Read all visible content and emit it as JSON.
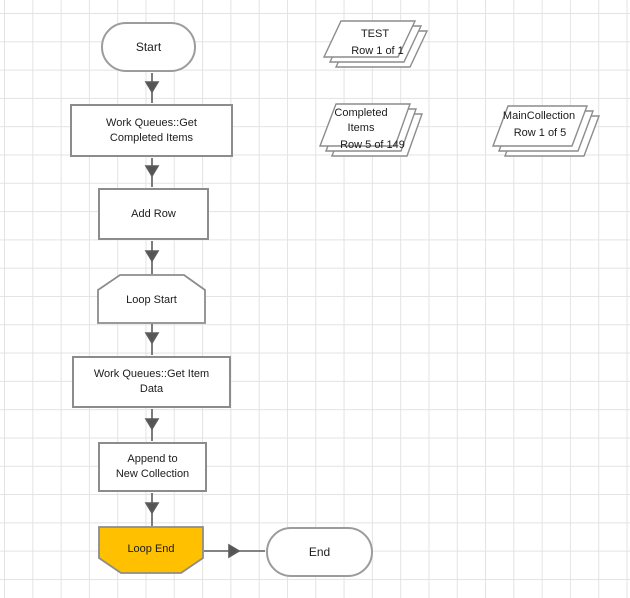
{
  "app": {
    "description": "Process flow diagram on grid canvas"
  },
  "nodes": [
    {
      "id": "start",
      "type": "stadium",
      "label": "Start"
    },
    {
      "id": "get-completed-items",
      "type": "process",
      "label": "Work Queues::Get\nCompleted Items"
    },
    {
      "id": "add-row",
      "type": "process",
      "label": "Add Row"
    },
    {
      "id": "loop-start",
      "type": "loop-start",
      "label": "Loop Start"
    },
    {
      "id": "get-item-data",
      "type": "process",
      "label": "Work Queues::Get Item\nData"
    },
    {
      "id": "append-to-new-collection",
      "type": "process",
      "label": "Append to\nNew Collection"
    },
    {
      "id": "loop-end",
      "type": "loop-end",
      "label": "Loop End"
    },
    {
      "id": "end",
      "type": "stadium",
      "label": "End"
    }
  ],
  "edges": [
    {
      "from": "start",
      "to": "get-completed-items"
    },
    {
      "from": "get-completed-items",
      "to": "add-row"
    },
    {
      "from": "add-row",
      "to": "loop-start"
    },
    {
      "from": "loop-start",
      "to": "get-item-data"
    },
    {
      "from": "get-item-data",
      "to": "append-to-new-collection"
    },
    {
      "from": "append-to-new-collection",
      "to": "loop-end"
    },
    {
      "from": "loop-end",
      "to": "end"
    }
  ],
  "collections": [
    {
      "id": "test",
      "name": "TEST",
      "row": "Row 1 of 1"
    },
    {
      "id": "completed-items",
      "name": "Completed\nItems",
      "row": "Row 5 of 149"
    },
    {
      "id": "main-collection",
      "name": "MainCollection",
      "row": "Row 1 of 5"
    }
  ],
  "colors": {
    "background": "#ffffff",
    "grid_line": "#e3e3e3",
    "shape_border": "#8c8c8c",
    "connector": "#5c5c5c",
    "loop_end_fill": "#ffc000",
    "text": "#1c1c1c"
  }
}
